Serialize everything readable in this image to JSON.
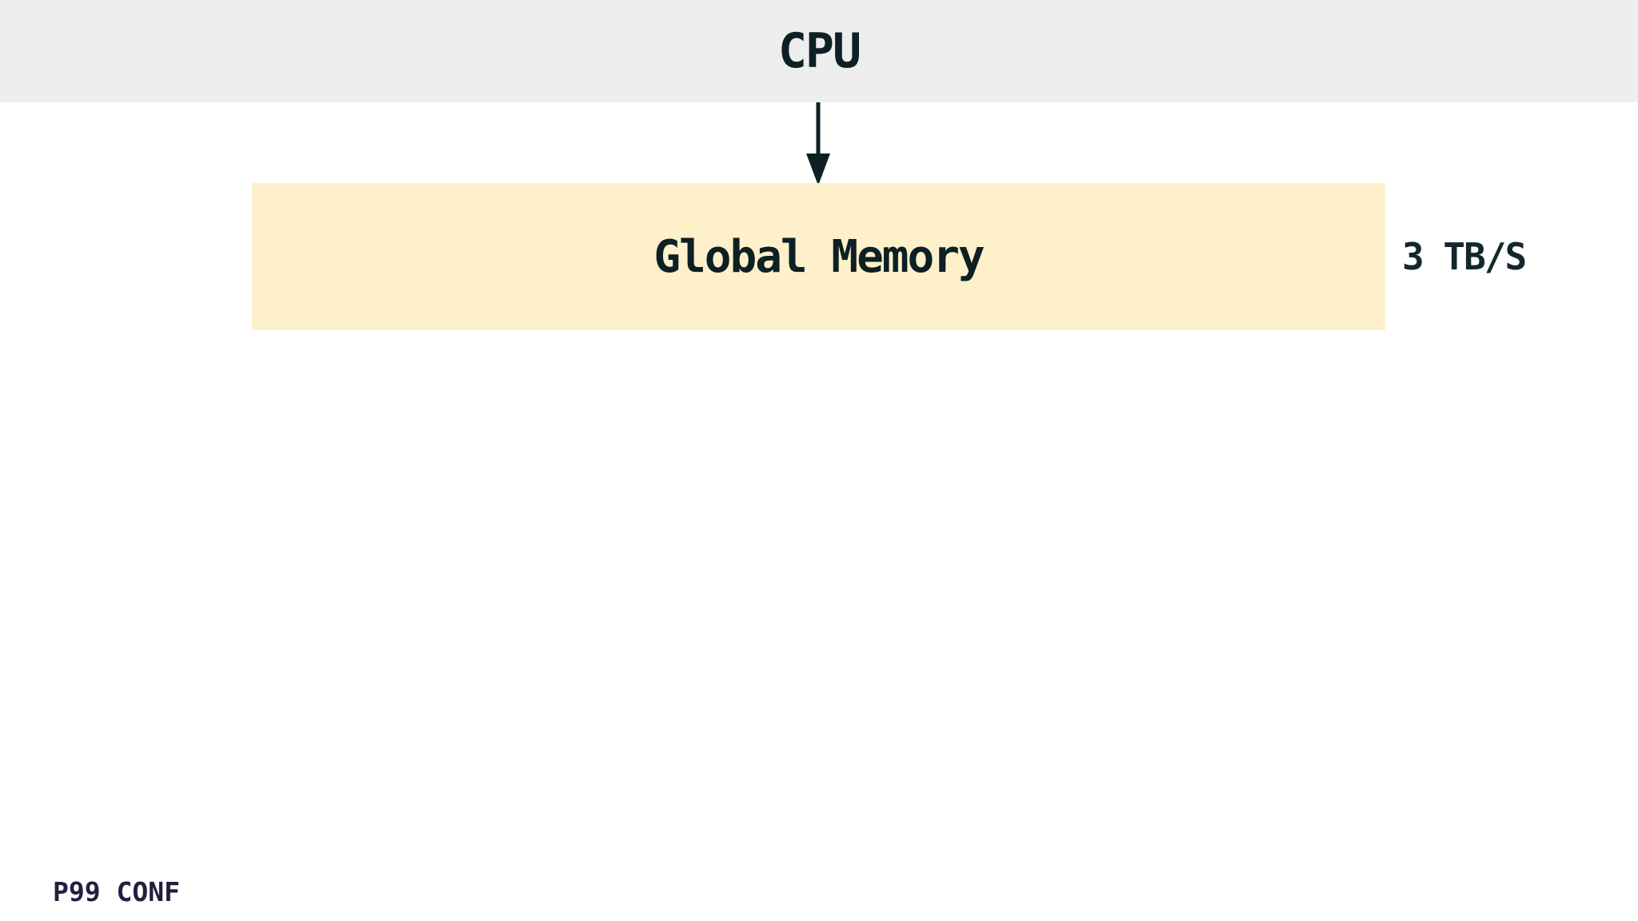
{
  "diagram": {
    "cpu_label": "CPU",
    "memory_label": "Global Memory",
    "bandwidth_label": "3 TB/S"
  },
  "footer": {
    "logo_text": "P99 CONF"
  },
  "colors": {
    "top_band_bg": "#eeeeee",
    "memory_box_bg": "#fdf0cb",
    "dark_text": "#0d2023",
    "bandwidth_text": "#14282b",
    "logo_text_color": "#20203e",
    "arrow_color": "#0d2023",
    "slide_bg": "#ffffff"
  }
}
